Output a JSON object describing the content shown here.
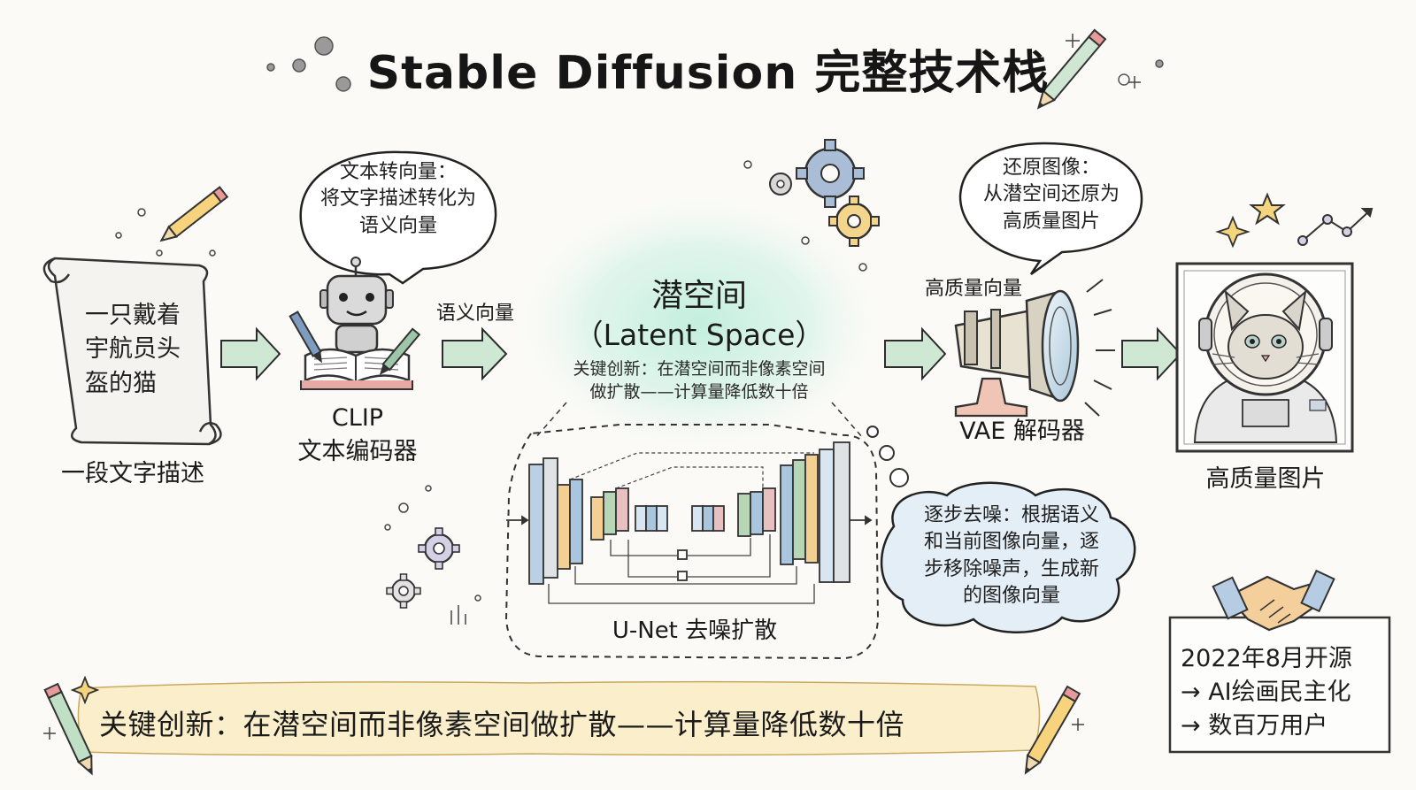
{
  "title": "Stable Diffusion 完整技术栈",
  "input": {
    "scroll_text": "一只戴着\n宇航员头\n盔的猫",
    "caption": "一段文字描述"
  },
  "clip": {
    "bubble": "文本转向量：\n将文字描述转化为\n语义向量",
    "caption_line1": "CLIP",
    "caption_line2": "文本编码器"
  },
  "arrow_semantic_label": "语义向量",
  "latent": {
    "title": "潜空间",
    "subtitle": "（Latent Space）",
    "note": "关键创新：在潜空间而非像素空间\n做扩散——计算量降低数十倍"
  },
  "unet": {
    "caption": "U-Net 去噪扩散",
    "bubble": "逐步去噪：根据语义\n和当前图像向量，逐\n步移除噪声，生成新\n的图像向量"
  },
  "vae": {
    "bubble": "还原图像：\n从潜空间还原为\n高质量图片",
    "arrow_label": "高质量向量",
    "caption": "VAE 解码器"
  },
  "output": {
    "caption": "高质量图片"
  },
  "banner": {
    "text": "关键创新：在潜空间而非像素空间做扩散——计算量降低数十倍"
  },
  "release_note": {
    "line1": "2022年8月开源",
    "line2": "→ AI绘画民主化",
    "line3": "→ 数百万用户"
  },
  "colors": {
    "arrow_fill": "#cfe8d4",
    "latent_glow": "#c9eee0",
    "banner_fill": "#fbeecb",
    "accent_yellow": "#f0c35a"
  }
}
